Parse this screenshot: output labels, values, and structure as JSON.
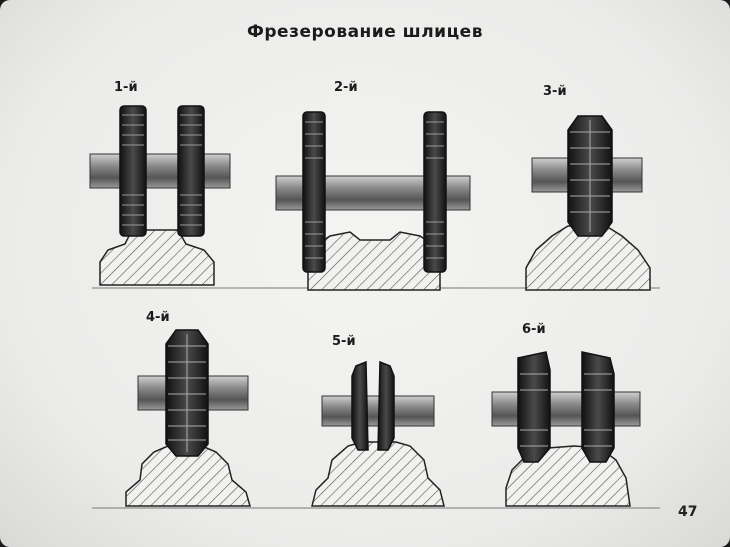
{
  "title": "Фрезерование шлицев",
  "panels": [
    {
      "label": "1-й"
    },
    {
      "label": "2-й"
    },
    {
      "label": "3-й"
    },
    {
      "label": "4-й"
    },
    {
      "label": "5-й"
    },
    {
      "label": "6-й"
    }
  ],
  "page_number": "47",
  "colors": {
    "background": "#ececea",
    "ink": "#1b1b1b",
    "shaft": "#7a7a7a",
    "cutter": "#2a2a2a"
  }
}
